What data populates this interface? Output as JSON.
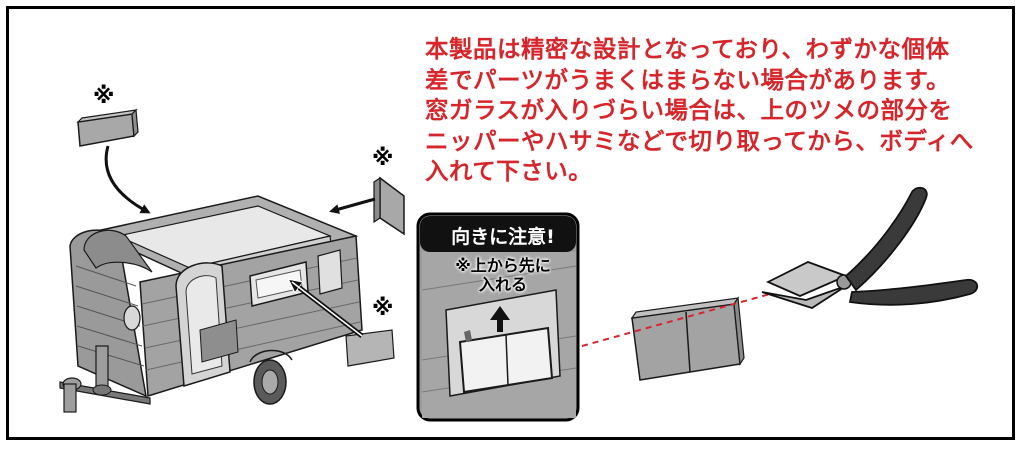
{
  "notice": {
    "lines": [
      "本製品は精密な設計となっており、わずかな個体",
      "差でパーツがうまくはまらない場合があります。",
      "窓ガラスが入りづらい場合は、上のツメの部分を",
      "ニッパーやハサミなどで切り取ってから、ボディへ",
      "入れて下さい。"
    ],
    "color": "#d7262b"
  },
  "marks": {
    "top_left": "※",
    "right_panel": "※",
    "bottom": "※"
  },
  "callout": {
    "title": "向きに注意!",
    "line1": "※上から先に",
    "line2": "入れる"
  },
  "colors": {
    "part_gray": "#a3a3a3",
    "outline": "#1a1a1a",
    "accent_red": "#d7262b"
  }
}
